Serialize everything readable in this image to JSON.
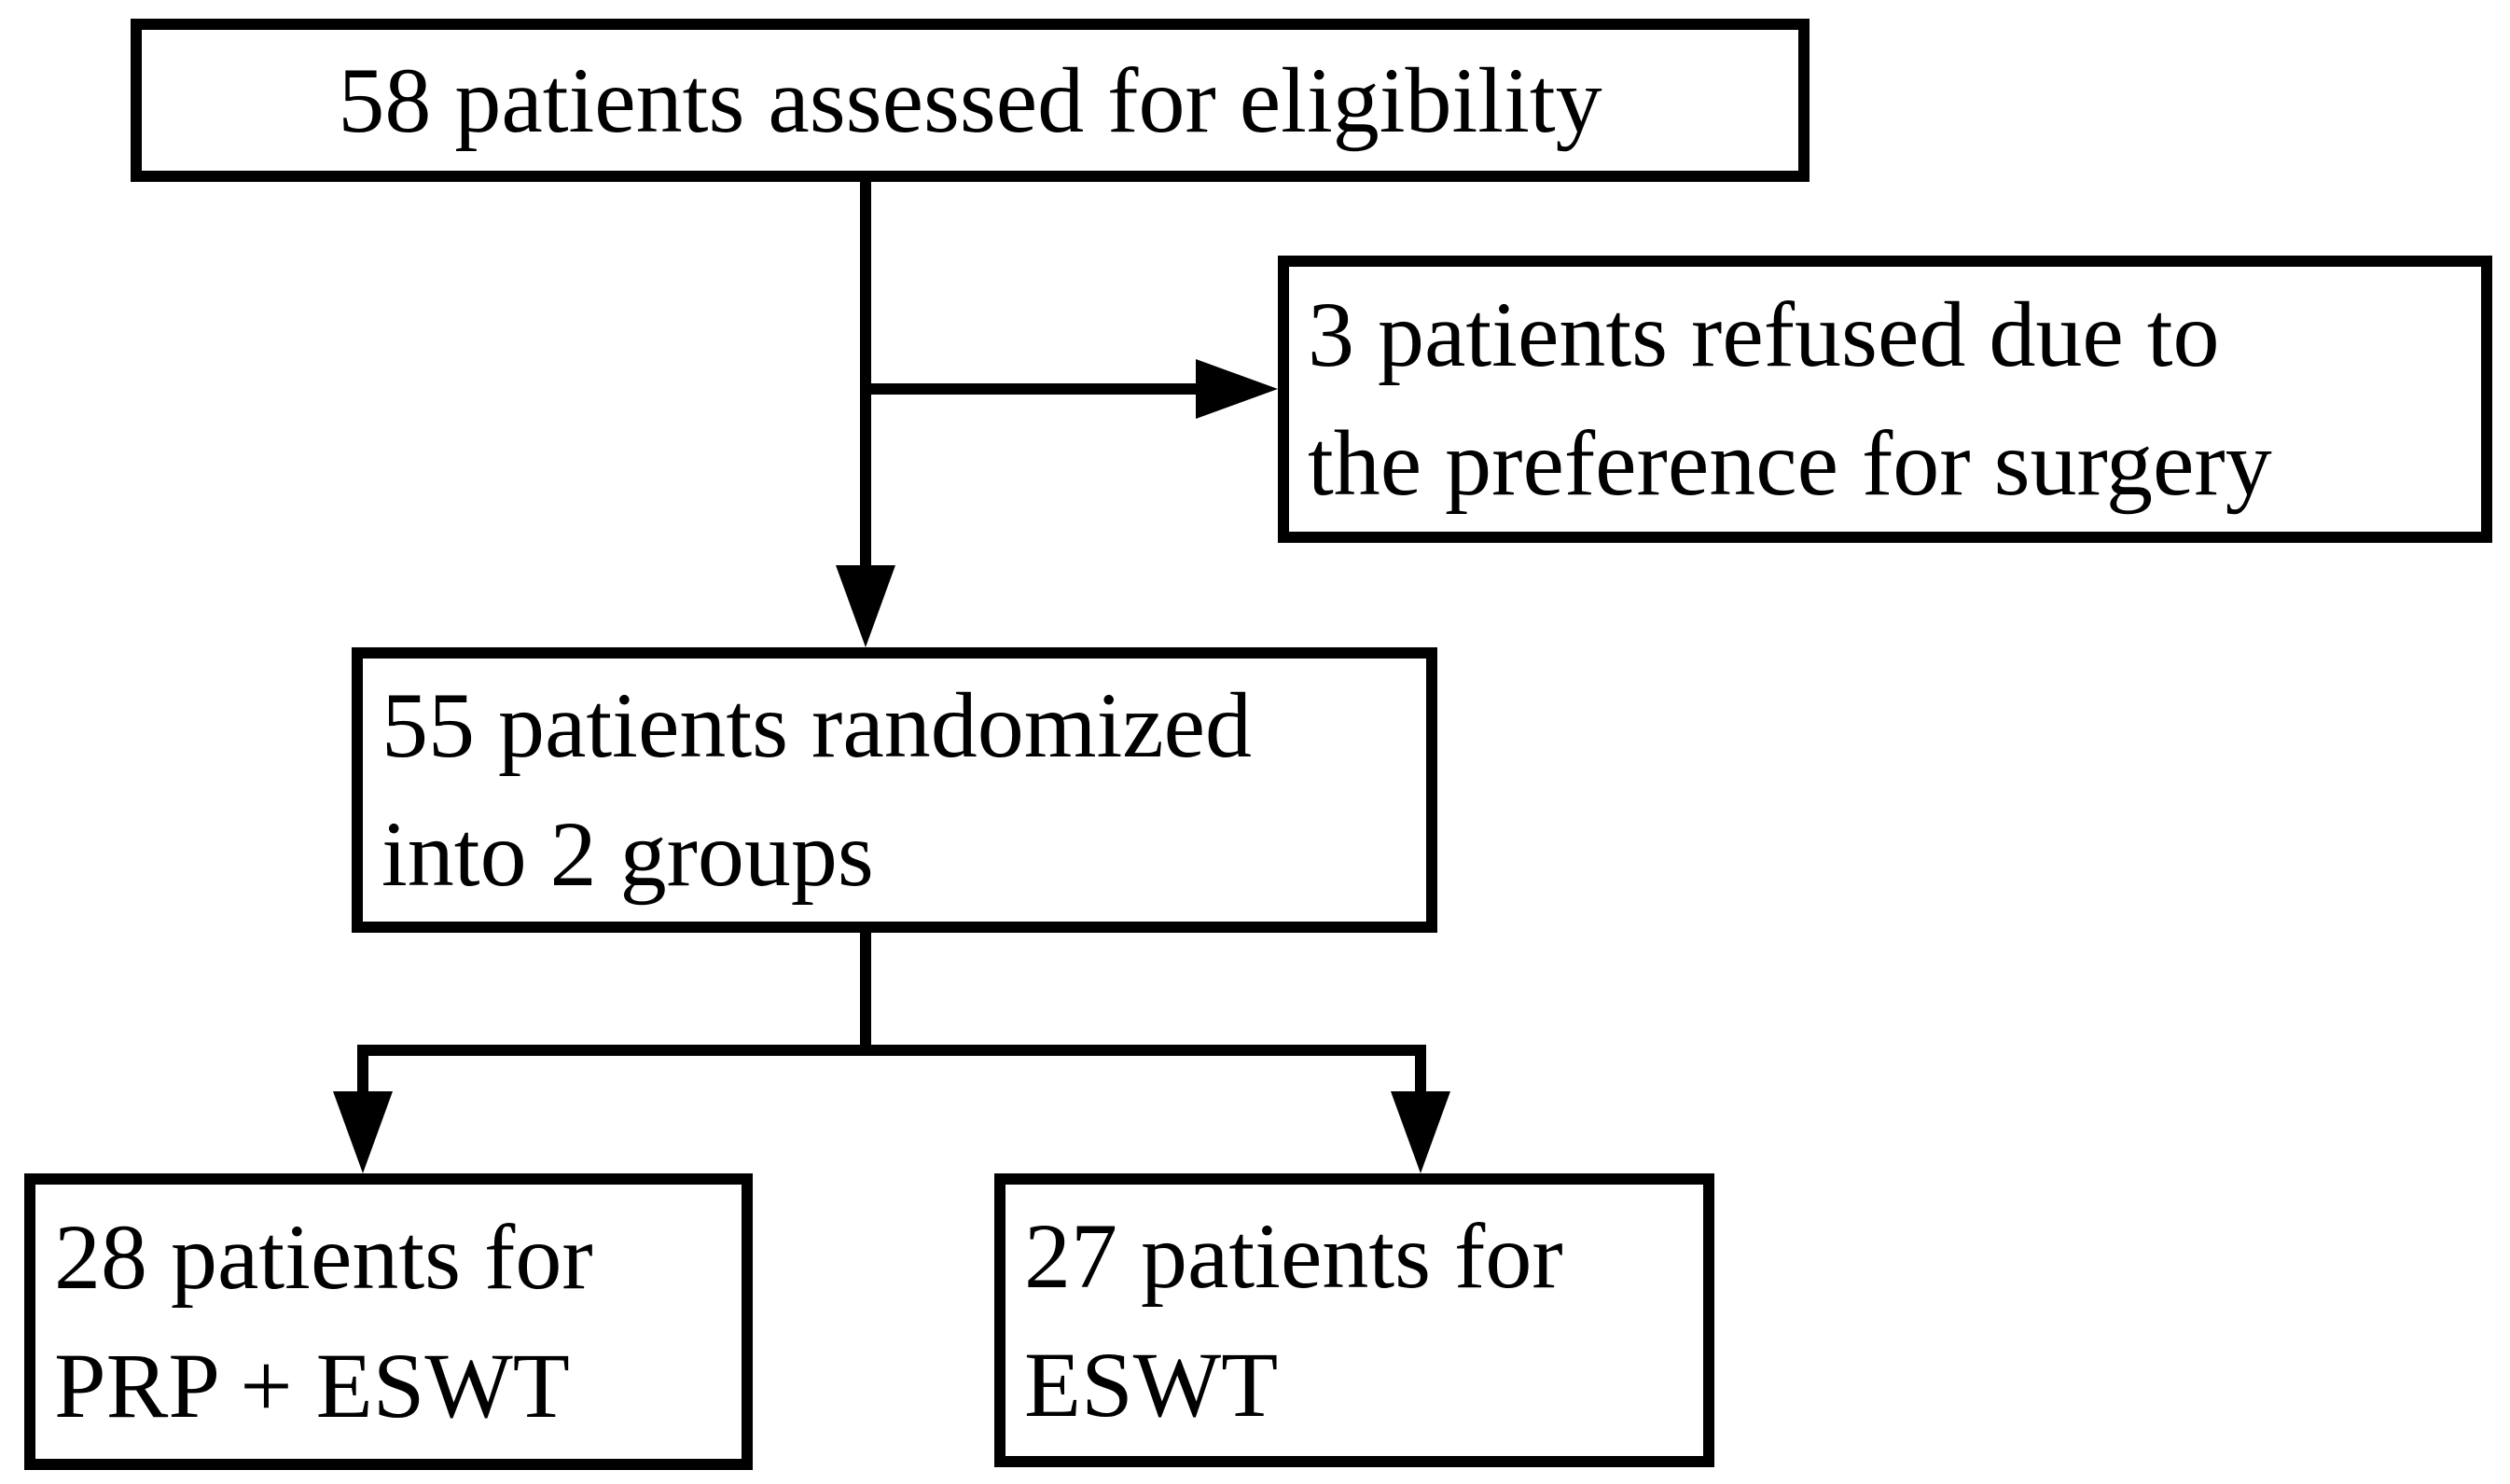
{
  "flowchart": {
    "assessed": {
      "text": "58 patients assessed for eligibility"
    },
    "refused": {
      "line1": "3 patients refused due to",
      "line2": "the preference for surgery"
    },
    "randomized": {
      "line1": "55 patients randomized",
      "line2": "into 2 groups"
    },
    "group_prp": {
      "line1": "28 patients for",
      "line2": "PRP + ESWT"
    },
    "group_eswt": {
      "line1": "27 patients for",
      "line2": "ESWT"
    }
  },
  "colors": {
    "line": "#000000",
    "background": "#ffffff",
    "text": "#000000"
  }
}
